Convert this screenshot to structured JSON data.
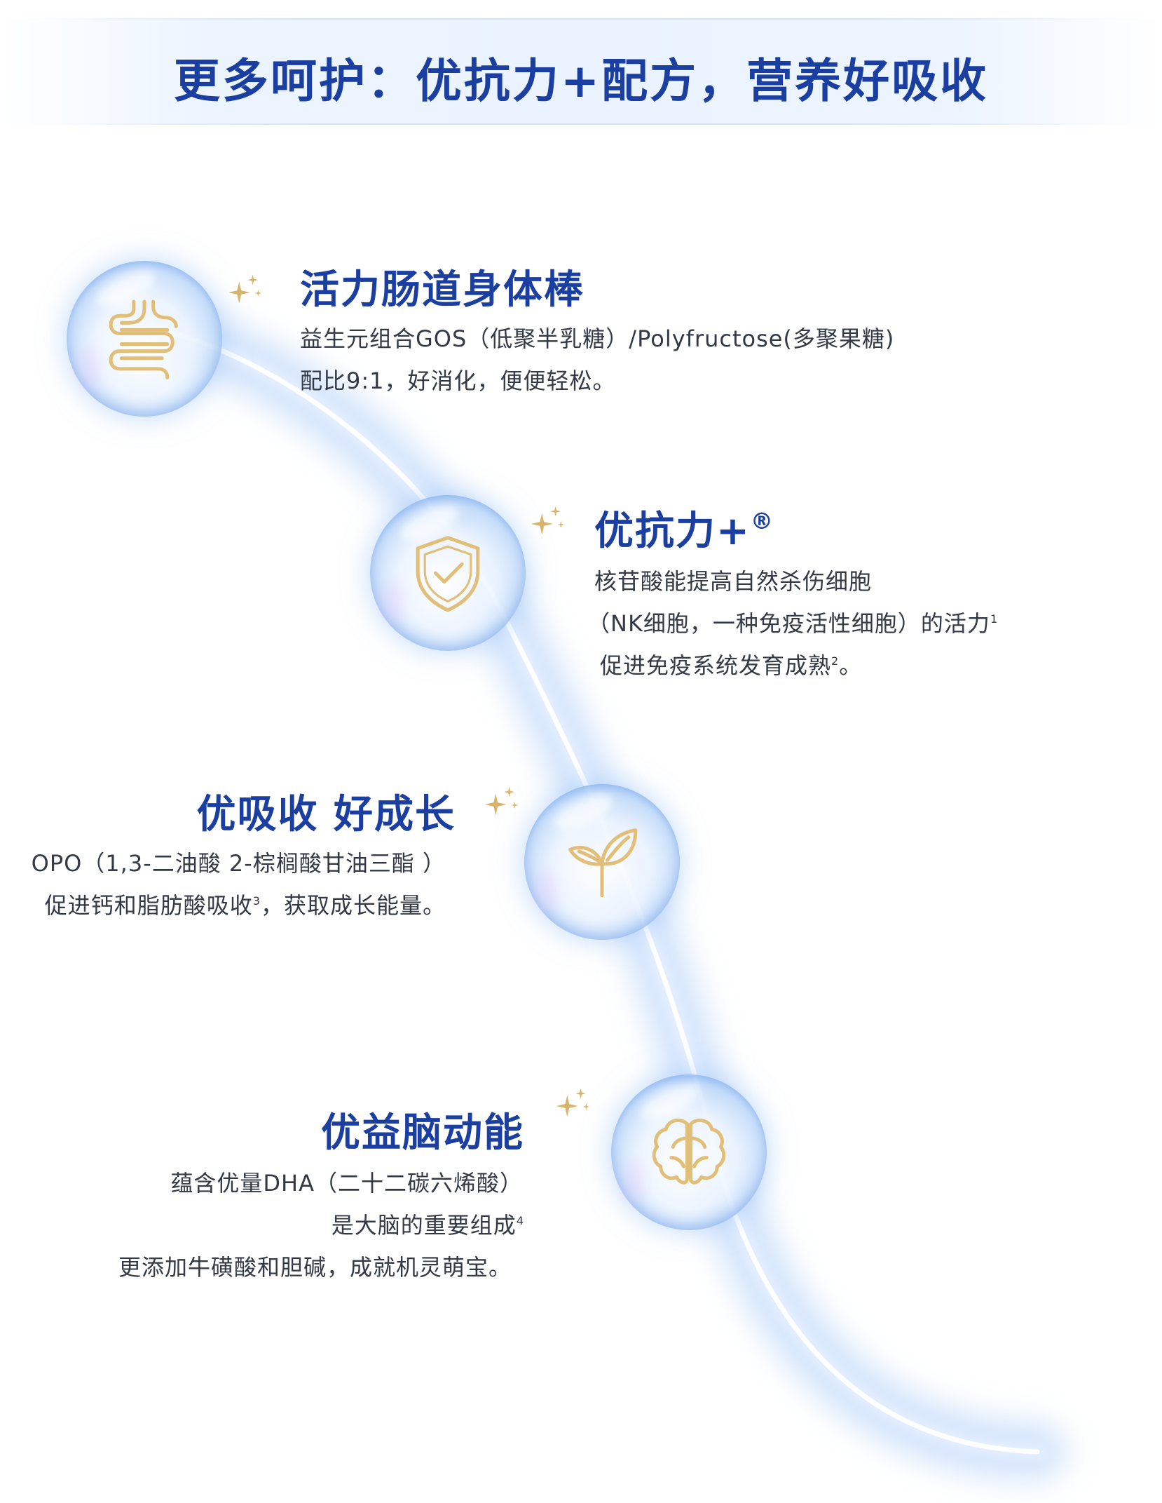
{
  "header": {
    "title": "更多呵护：优抗力+配方，营养好吸收"
  },
  "features": [
    {
      "icon": "intestine-icon",
      "title": "活力肠道身体棒",
      "lines": [
        "益生元组合GOS（低聚半乳糖）/Polyfructose(多聚果糖)",
        "配比9:1，好消化，便便轻松。"
      ]
    },
    {
      "icon": "shield-check-icon",
      "title": "优抗力+",
      "title_mark": "®",
      "lines": [
        "核苷酸能提高自然杀伤细胞",
        "（NK细胞，一种免疫活性细胞）的活力",
        "促进免疫系统发育成熟",
        "。"
      ],
      "notes": [
        "1",
        "2"
      ]
    },
    {
      "icon": "leaf-icon",
      "title": "优吸收 好成长",
      "lines": [
        "OPO（1,3-二油酸 2-棕榈酸甘油三酯 ）",
        "促进钙和脂肪酸吸收",
        "，获取成长能量。"
      ],
      "notes": [
        "3"
      ]
    },
    {
      "icon": "brain-icon",
      "title": "优益脑动能",
      "lines": [
        "蕴含优量DHA（二十二碳六烯酸）",
        "是大脑的重要组成",
        "更添加牛磺酸和胆碱，成就机灵萌宝。"
      ],
      "notes": [
        "4"
      ]
    }
  ],
  "colors": {
    "title_blue": "#1b3fa0",
    "body_text": "#333a45",
    "icon_gold": "#e2bf78",
    "bubble_rim": "#4687e1",
    "sparkle_gold": "#d9b36a"
  }
}
